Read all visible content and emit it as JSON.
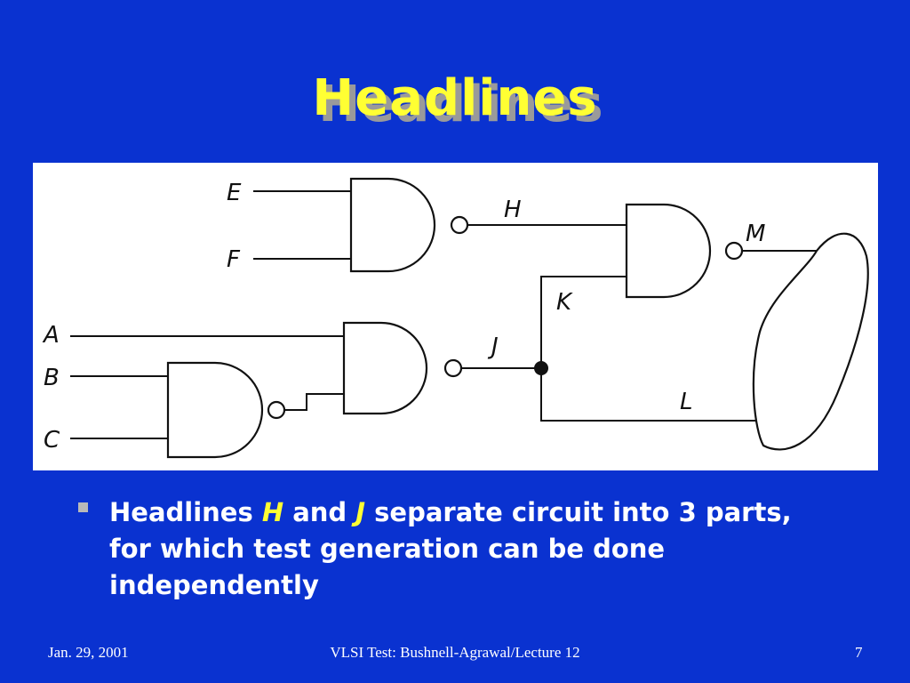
{
  "title": "Headlines",
  "diagram": {
    "labels": {
      "E": "E",
      "F": "F",
      "A": "A",
      "B": "B",
      "C": "C",
      "H": "H",
      "J": "J",
      "K": "K",
      "L": "L",
      "M": "M"
    }
  },
  "bullet": {
    "t1": "Headlines ",
    "h": "H",
    "t2": " and ",
    "j": "J",
    "t3": " separate circuit into 3 parts, for which test generation can be done independently"
  },
  "footer": {
    "date": "Jan. 29, 2001",
    "center": "VLSI Test: Bushnell-Agrawal/Lecture 12",
    "page": "7"
  },
  "colors": {
    "background": "#0a32d0",
    "title": "#ffff33",
    "title_shadow": "#9a9a9a",
    "text": "#ffffff",
    "highlight": "#ffff33"
  }
}
